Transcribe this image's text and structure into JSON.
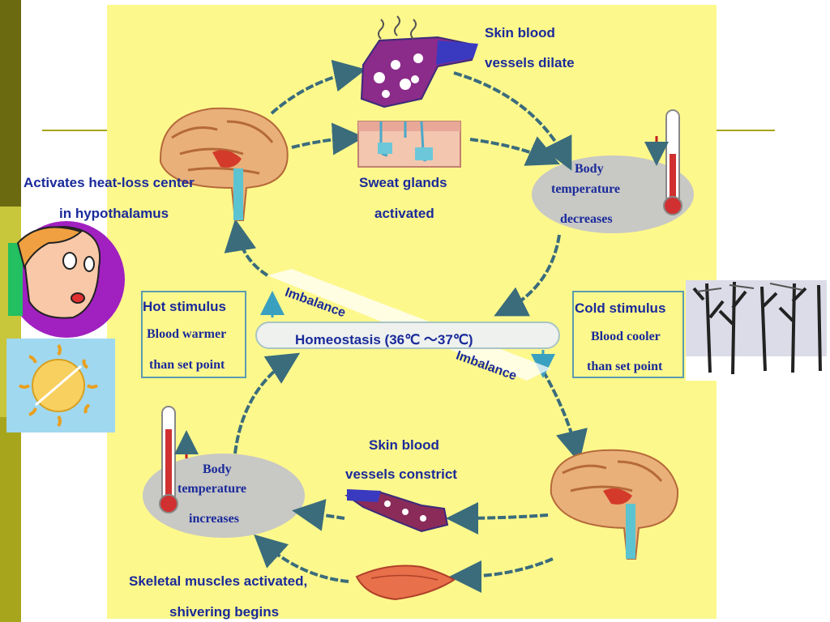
{
  "labels": {
    "skin_dilate_1": "Skin blood",
    "skin_dilate_2": "vessels dilate",
    "activates_1": "Activates heat-loss center",
    "activates_2": "in hypothalamus",
    "sweat_1": "Sweat glands",
    "sweat_2": "activated",
    "bt_dec_1": "Body",
    "bt_dec_2": "temperature",
    "bt_dec_3": "decreases",
    "imbalance_top": "Imbalance",
    "imbalance_bottom": "Imbalance",
    "homeostasis": "Homeostasis (36℃ ～37℃)",
    "hot_1": "Hot stimulus",
    "hot_2": "Blood warmer",
    "hot_3": "than set point",
    "cold_1": "Cold stimulus",
    "cold_2": "Blood cooler",
    "cold_3": "than set point",
    "skin_constrict_1": "Skin blood",
    "skin_constrict_2": "vessels constrict",
    "bt_inc_1": "Body",
    "bt_inc_2": "temperature",
    "bt_inc_3": "increases",
    "skeletal_1": "Skeletal muscles activated,",
    "skeletal_2": "shivering begins"
  },
  "colors": {
    "panel": "#fdf88c",
    "text": "#1a2a9a",
    "arrow": "#3a6c7c",
    "left_bar": "#a7a51b"
  },
  "icons": [
    "brain-icon",
    "blood-vessel-icon",
    "sweat-gland-icon",
    "thermometer-icon",
    "muscle-icon",
    "cartoon-person-icon",
    "sun-icon",
    "winter-trees-icon"
  ]
}
